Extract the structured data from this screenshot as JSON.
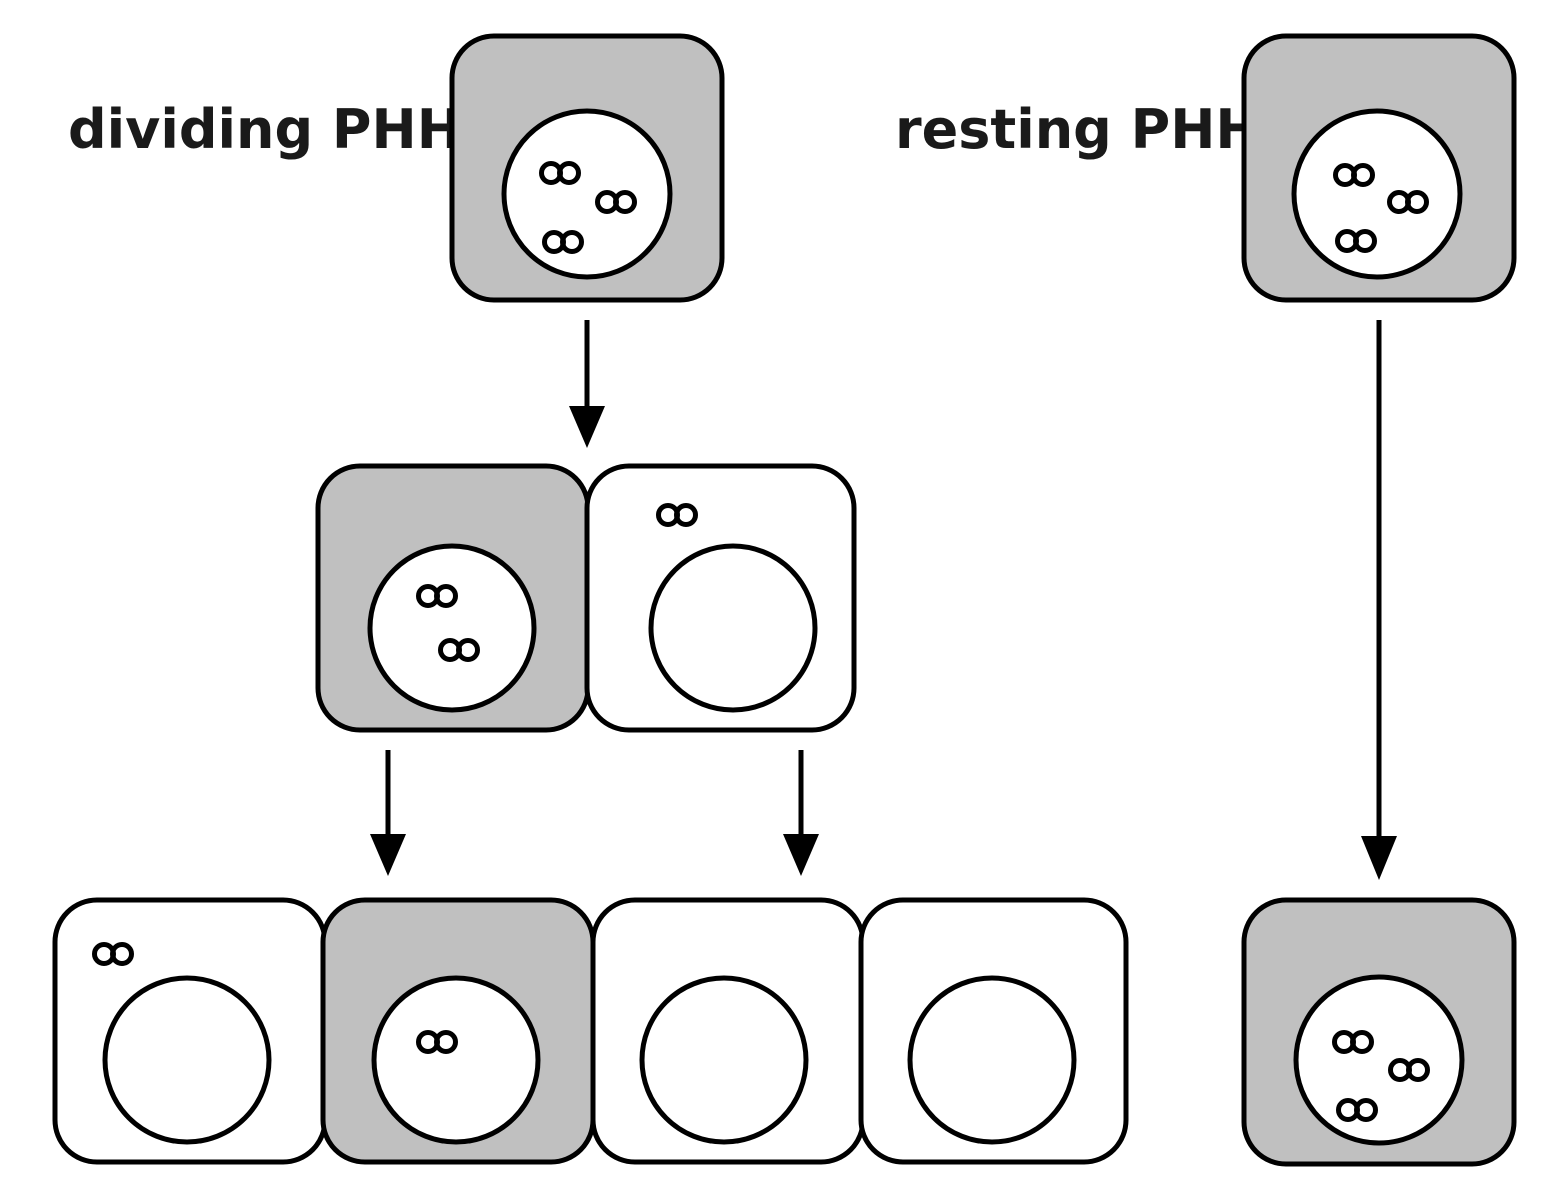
{
  "labels": {
    "dividing": "dividing PHH",
    "resting": "resting PHH"
  },
  "colors": {
    "shaded_cell": "#c0c0c0",
    "plain_cell": "#ffffff",
    "outline": "#000000"
  },
  "icons": {
    "dna_marker": "infinity-symbol"
  }
}
